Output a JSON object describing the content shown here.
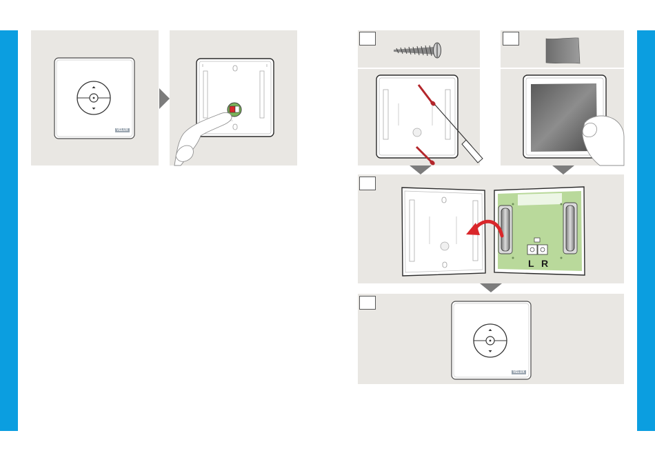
{
  "colors": {
    "accent": "#0b9ee0",
    "panel": "#e9e7e3",
    "screw": "#b3262b",
    "arrow": "#d9262a",
    "pcb": "#b9d99b"
  },
  "steps": [
    {
      "label": ""
    },
    {
      "label": ""
    },
    {
      "label": ""
    },
    {
      "label": ""
    }
  ],
  "module": {
    "left_label": "L",
    "right_label": "R"
  },
  "brand": {
    "front_left": "VELUX",
    "front_final": "VELUX"
  },
  "icons": [
    "screw-icon",
    "adhesive-pad-icon",
    "screwdriver-icon",
    "rotate-arrow-icon",
    "hand-icon"
  ]
}
